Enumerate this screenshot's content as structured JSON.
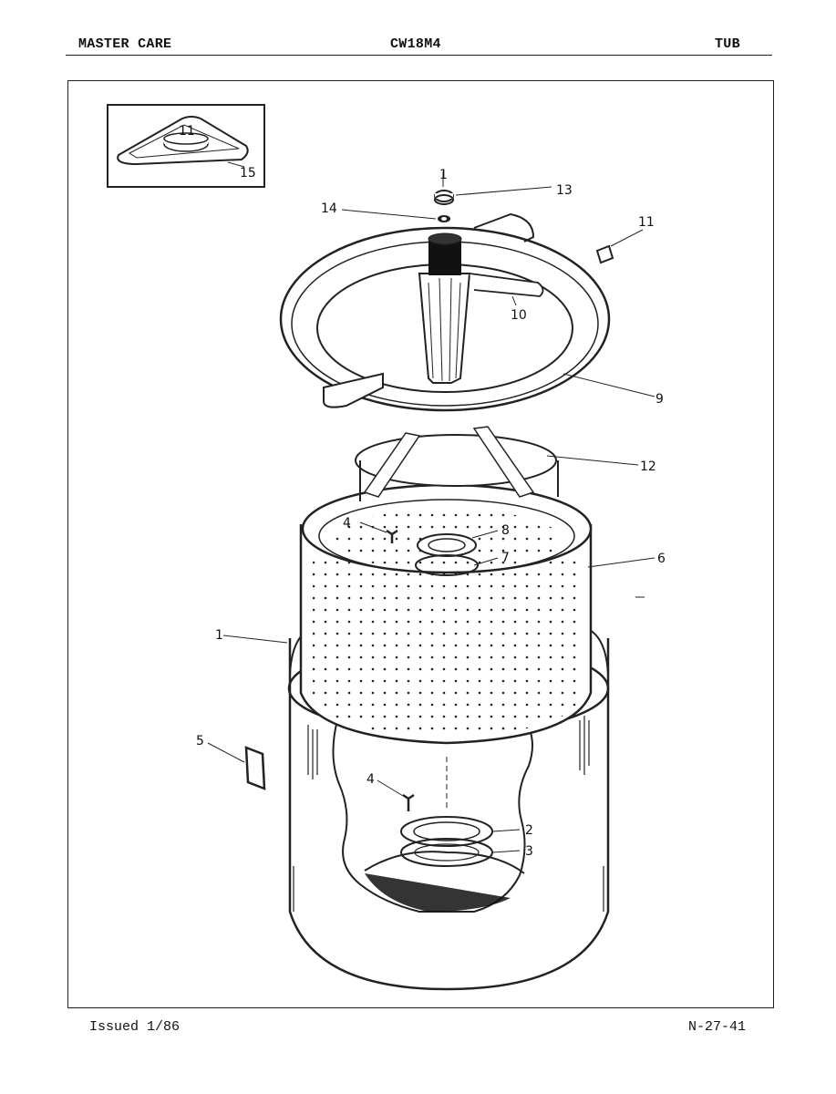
{
  "header": {
    "left": "MASTER CARE",
    "center": "CW18M4",
    "right": "TUB"
  },
  "footer": {
    "issued": "Issued 1/86",
    "page_code": "N-27-41"
  },
  "callouts": {
    "c1_inset": "11",
    "c15": "15",
    "c1_top": "1",
    "c13": "13",
    "c14": "14",
    "c11": "11",
    "c10": "10",
    "c9": "9",
    "c12": "12",
    "c4_upper": "4",
    "c8": "8",
    "c7": "7",
    "c6": "6",
    "c1_side": "1",
    "c5": "5",
    "c4_lower": "4",
    "c2": "2",
    "c3": "3"
  }
}
